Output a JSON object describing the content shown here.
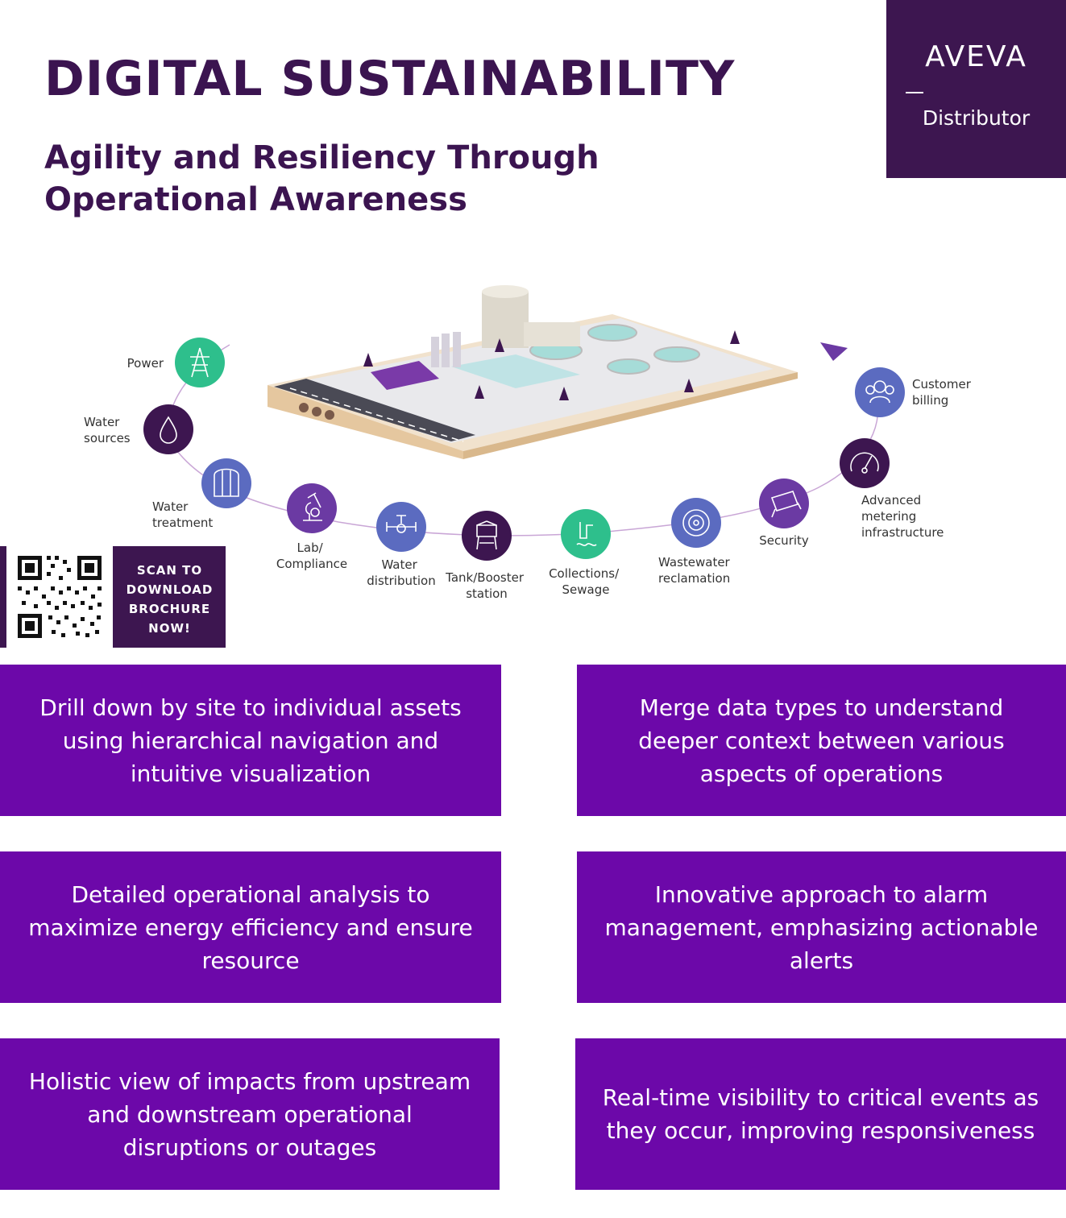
{
  "header": {
    "title": "DIGITAL SUSTAINABILITY",
    "subtitle": "Agility and Resiliency Through Operational Awareness"
  },
  "brand": {
    "logo_text": "AVEVA",
    "sub_label": "Distributor"
  },
  "diagram": {
    "steps": [
      {
        "label": "Power",
        "icon": "power-tower-icon",
        "color": "#2ebf8c"
      },
      {
        "label": "Water sources",
        "icon": "water-drop-icon",
        "color": "#3d1650"
      },
      {
        "label": "Water treatment",
        "icon": "tank-icon",
        "color": "#5b6bc0"
      },
      {
        "label": "Lab/ Compliance",
        "icon": "microscope-icon",
        "color": "#6b3aa3"
      },
      {
        "label": "Water distribution",
        "icon": "valve-icon",
        "color": "#5b6bc0"
      },
      {
        "label": "Tank/Booster station",
        "icon": "water-tower-icon",
        "color": "#3d1650"
      },
      {
        "label": "Collections/ Sewage",
        "icon": "sewage-icon",
        "color": "#2ebf8c"
      },
      {
        "label": "Wastewater reclamation",
        "icon": "filter-wheel-icon",
        "color": "#5b6bc0"
      },
      {
        "label": "Security",
        "icon": "security-camera-icon",
        "color": "#6b3aa3"
      },
      {
        "label": "Advanced metering infrastructure",
        "icon": "meter-gauge-icon",
        "color": "#3d1650"
      },
      {
        "label": "Customer billing",
        "icon": "customers-icon",
        "color": "#5b6bc0"
      }
    ]
  },
  "qr": {
    "cta": "SCAN TO DOWNLOAD BROCHURE NOW!"
  },
  "features": [
    "Drill down by site to individual assets using hierarchical navigation and intuitive visualization",
    "Merge data types to understand deeper context between various aspects of operations",
    "Detailed operational analysis to maximize energy efficiency and ensure resource",
    "Innovative approach to alarm management, emphasizing actionable alerts",
    "Holistic view of impacts from upstream and downstream operational disruptions or outages",
    "Real-time visibility to critical events as they occur, improving responsiveness"
  ],
  "colors": {
    "brand_dark": "#3d1650",
    "card_purple": "#6c08a9",
    "title": "#3b1450"
  }
}
